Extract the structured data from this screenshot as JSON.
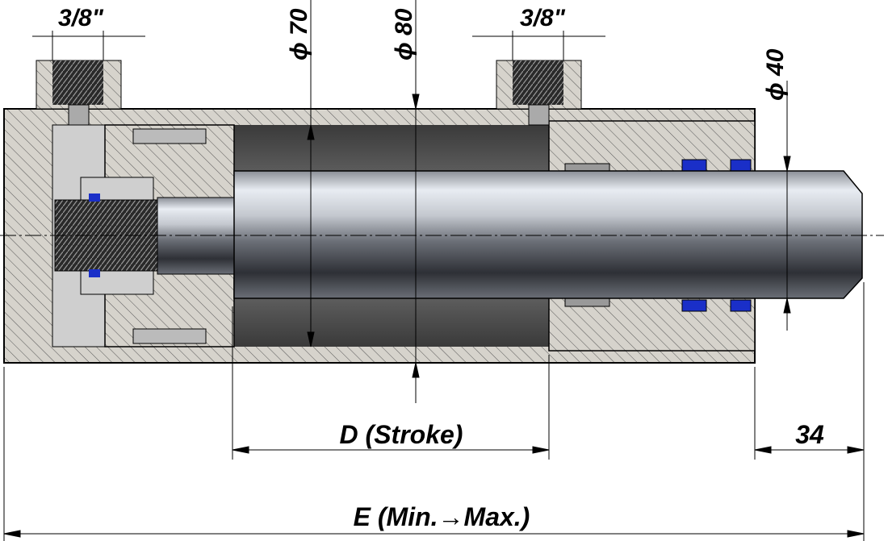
{
  "drawing": {
    "port_left_label": "3/8\"",
    "port_right_label": "3/8\"",
    "dia_70_label": "ϕ 70",
    "dia_80_label": "ϕ 80",
    "dia_40_label": "ϕ 40",
    "stroke_label": "D (Stroke)",
    "rod_extension_label": "34",
    "overall_length_label": "E (Min.→Max.)"
  },
  "colors": {
    "section_fill": "#d4d0c8",
    "seal_blue": "#1a2fc8",
    "cavity": "#4a4a4a"
  }
}
